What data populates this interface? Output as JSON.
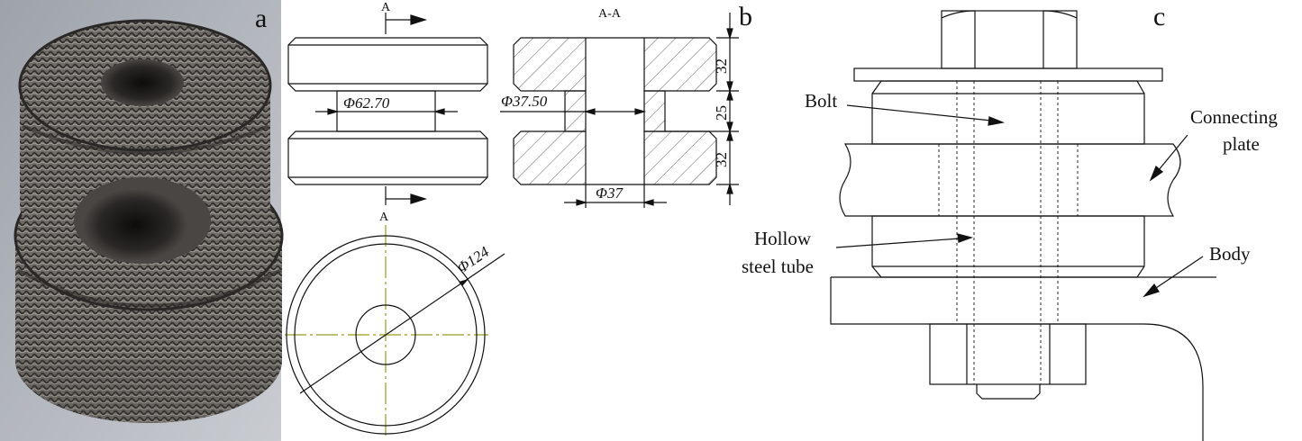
{
  "panels": {
    "a": {
      "letter": "a"
    },
    "b": {
      "letter": "b",
      "section_marker_top": "A",
      "section_marker_bottom": "A",
      "section_title": "A-A",
      "dim_phi_62_70": "Φ62.70",
      "dim_phi_37_50": "Φ37.50",
      "dim_phi_37": "Φ37",
      "dim_phi_124": "Φ124",
      "dim_height_top": "32",
      "dim_height_middle": "25",
      "dim_height_bottom": "32"
    },
    "c": {
      "letter": "c",
      "label_bolt": "Bolt",
      "label_connecting_plate_line1": "Connecting",
      "label_connecting_plate_line2": "plate",
      "label_hollow_tube_line1": "Hollow",
      "label_hollow_tube_line2": "steel tube",
      "label_body": "Body"
    }
  },
  "colors": {
    "line": "#111111",
    "centerline": "#9a9a1e",
    "photo_background": "#b9bcc2",
    "mesh_dark": "#3b3836",
    "mesh_light": "#8c8780"
  }
}
